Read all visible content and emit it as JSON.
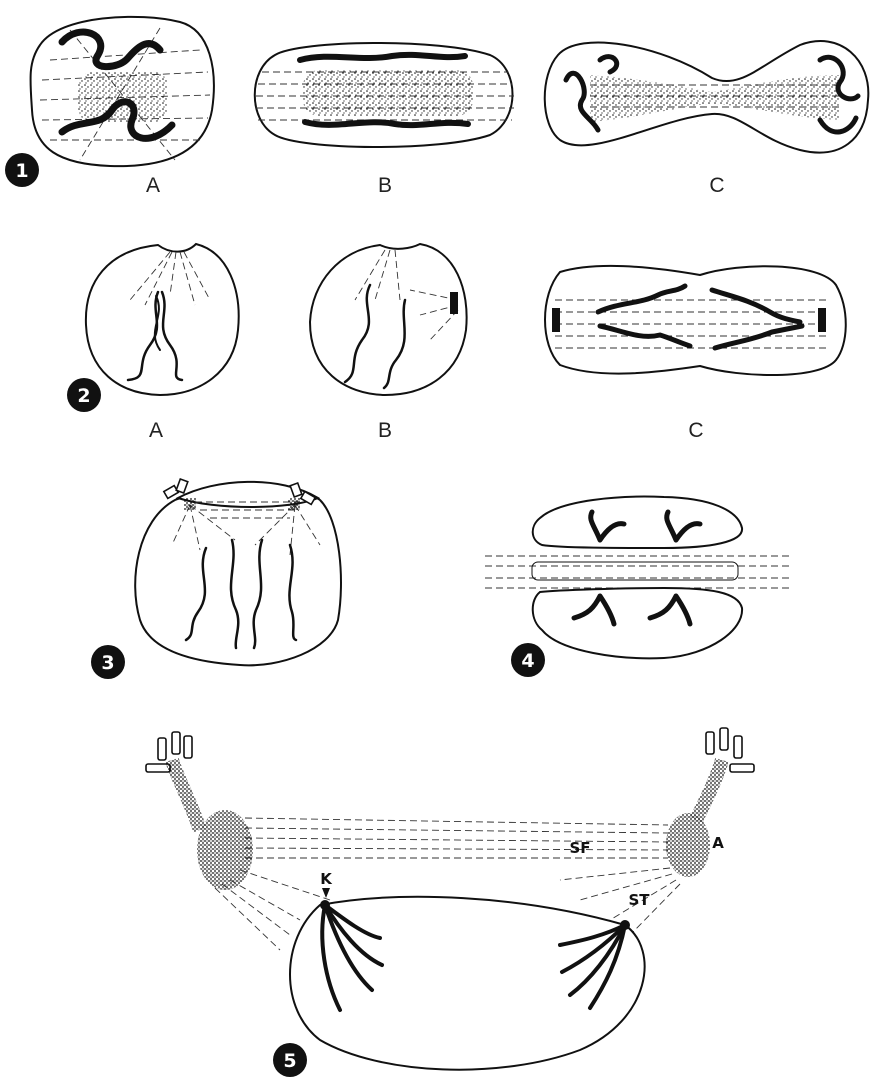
{
  "figures": [
    {
      "number": "1",
      "panels": [
        "A",
        "B",
        "C"
      ]
    },
    {
      "number": "2",
      "panels": [
        "A",
        "B",
        "C"
      ]
    },
    {
      "number": "3",
      "panels": []
    },
    {
      "number": "4",
      "panels": []
    },
    {
      "number": "5",
      "panels": []
    }
  ],
  "annotations": {
    "k": "K",
    "sf": "SF",
    "st": "ST",
    "a": "A"
  },
  "colors": {
    "ink": "#111111",
    "paper": "#ffffff"
  }
}
